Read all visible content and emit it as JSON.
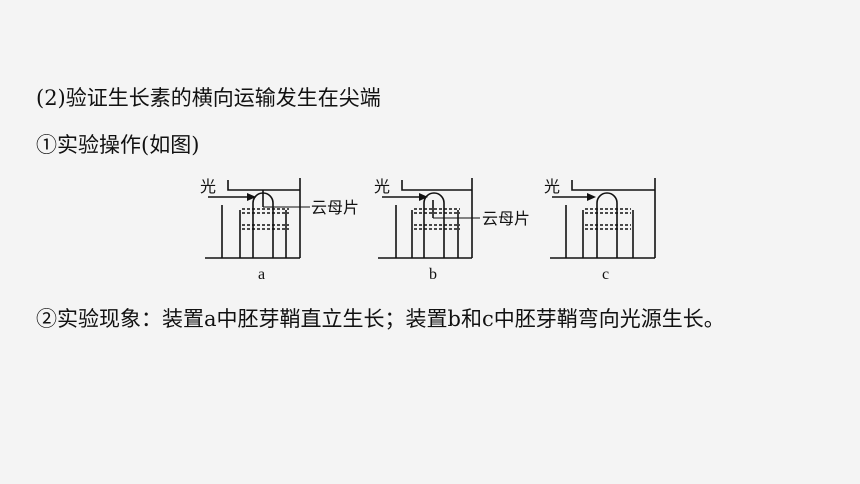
{
  "text": {
    "line1": "(2)验证生长素的横向运输发生在尖端",
    "line2": "①实验操作(如图)",
    "line3": "②实验现象：装置a中胚芽鞘直立生长；装置b和c中胚芽鞘弯向光源生长。"
  },
  "figure": {
    "light_label": "光",
    "mica_label": "云母片",
    "panels": [
      "a",
      "b",
      "c"
    ]
  }
}
